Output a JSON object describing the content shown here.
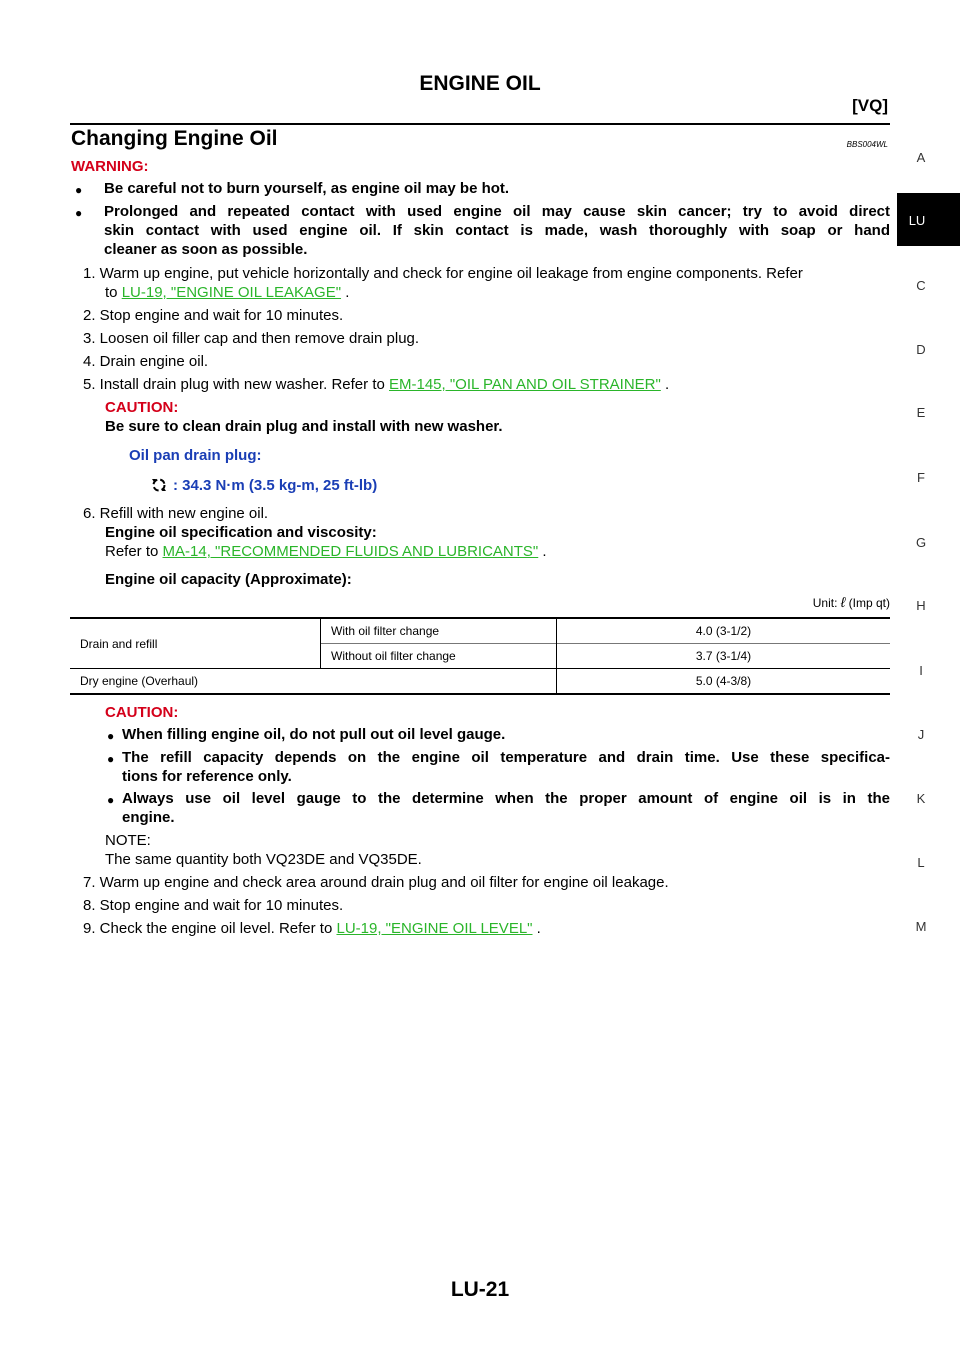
{
  "header": {
    "title": "ENGINE OIL",
    "section": "[VQ]"
  },
  "section_title": "Changing Engine Oil",
  "ref_code": "BBS004WL",
  "sidebar": {
    "items": [
      "A",
      "LU",
      "C",
      "D",
      "E",
      "F",
      "G",
      "H",
      "I",
      "J",
      "K",
      "L",
      "M"
    ],
    "active": "LU"
  },
  "warning": {
    "label": "WARNING:",
    "items": [
      "Be careful not to burn yourself, as engine oil may be hot.",
      "Prolonged and repeated contact with used engine oil may cause skin cancer; try to avoid direct",
      "skin contact with used engine oil. If skin contact is made, wash thoroughly with soap or hand",
      "cleaner as soon as possible."
    ]
  },
  "steps": {
    "s1_line1": "1.  Warm up engine, put vehicle horizontally and check for engine oil leakage from engine components. Refer",
    "s1_line2_prefix": "to",
    "s1_link": "LU-19, \"ENGINE OIL LEAKAGE\"",
    "s1_suffix": ".",
    "s2": "2.  Stop engine and wait for 10 minutes.",
    "s3": "3.  Loosen oil filler cap and then remove drain plug.",
    "s4": "4.  Drain engine oil.",
    "s5_prefix": "5.  Install drain plug with new washer. Refer to",
    "s5_link": "EM-145, \"OIL PAN AND OIL STRAINER\"",
    "s5_suffix": ".",
    "s5_caution_label": "CAUTION:",
    "s5_caution_text": "Be sure to clean drain plug and install with new washer.",
    "torque_label": "Oil pan drain plug:",
    "torque_value": ": 34.3 N·m (3.5 kg-m, 25 ft-lb)",
    "s6": "6.  Refill with new engine oil.",
    "s6_spec_label": "Engine oil specification and viscosity:",
    "s6_refer_prefix": "Refer to",
    "s6_link": "MA-14, \"RECOMMENDED FLUIDS AND LUBRICANTS\"",
    "s6_suffix": ".",
    "capacity_label": "Engine oil capacity (Approximate):",
    "s7": "7.  Warm up engine and check area around drain plug and oil filter for engine oil leakage.",
    "s8": "8.  Stop engine and wait for 10 minutes.",
    "s9_prefix": "9.  Check the engine oil level. Refer to",
    "s9_link": "LU-19, \"ENGINE OIL LEVEL\"",
    "s9_suffix": "."
  },
  "capacity_table": {
    "unit_label": "Unit:",
    "unit_symbol": "ℓ",
    "unit_suffix": "(Imp qt)",
    "row1_label": "Drain and refill",
    "row1_sub": "With oil filter change",
    "row1_value": "4.0 (3-1/2)",
    "row2_sub": "Without oil filter change",
    "row2_value": "3.7 (3-1/4)",
    "row3_label": "Dry engine (Overhaul)",
    "row3_value": "5.0 (4-3/8)"
  },
  "caution2": {
    "label": "CAUTION:",
    "b1": "When filling engine oil, do not pull out oil level gauge.",
    "b2_l1": "The refill capacity depends on the engine oil temperature and drain time. Use these specifica-",
    "b2_l2": "tions for reference only.",
    "b3_l1": "Always use oil level gauge to the determine when the proper amount of engine oil is in the",
    "b3_l2": "engine."
  },
  "note": {
    "label": "NOTE:",
    "text": "The same quantity both VQ23DE and VQ35DE."
  },
  "footer": {
    "page": "LU-21"
  }
}
